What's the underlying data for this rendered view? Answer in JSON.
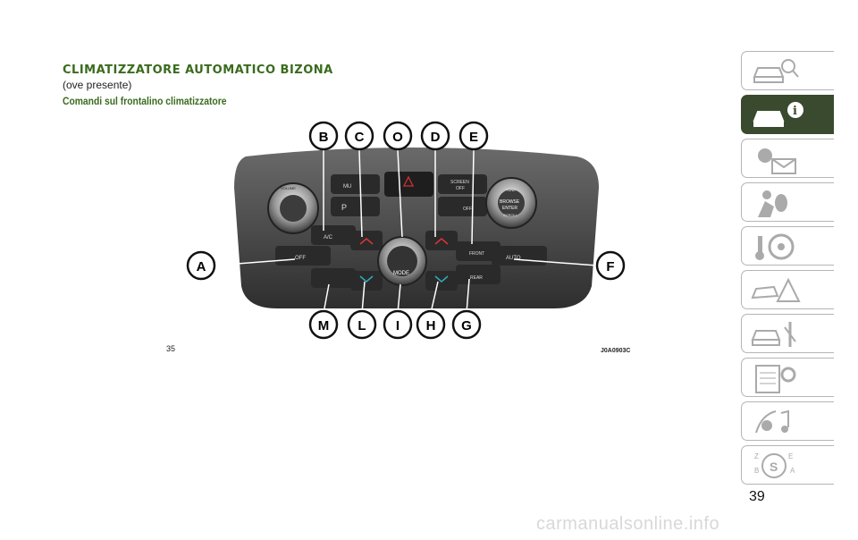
{
  "header": {
    "title": "CLIMATIZZATORE AUTOMATICO BIZONA",
    "subtitle": "(ove presente)",
    "caption": "Comandi sul frontalino climatizzatore"
  },
  "figure": {
    "number": "35",
    "code": "J0A0903C",
    "callouts_top": [
      "B",
      "C",
      "O",
      "D",
      "E"
    ],
    "callouts_bottom": [
      "M",
      "L",
      "I",
      "H",
      "G"
    ],
    "callout_left": "A",
    "callout_right": "F",
    "panel_labels": {
      "mute": "MU",
      "screen_off_1": "SCREEN",
      "screen_off_2": "OFF",
      "park": "P",
      "volume": "VOLUME",
      "tune": "TUNE",
      "browse": "BROWSE",
      "enter": "ENTER",
      "scroll": "SCROLL",
      "ac": "A/C",
      "off": "OFF",
      "mode": "MODE",
      "front": "FRONT",
      "rear": "REAR",
      "auto": "AUTO",
      "seat_off": "OFF"
    }
  },
  "side_tabs": [
    {
      "icon": "car-search-icon",
      "active": false
    },
    {
      "icon": "car-info-icon",
      "active": true
    },
    {
      "icon": "warning-light-message-icon",
      "active": false
    },
    {
      "icon": "airbag-person-icon",
      "active": false
    },
    {
      "icon": "key-steering-wheel-icon",
      "active": false
    },
    {
      "icon": "car-crash-warning-icon",
      "active": false
    },
    {
      "icon": "car-tools-icon",
      "active": false
    },
    {
      "icon": "specs-gear-icon",
      "active": false
    },
    {
      "icon": "multimedia-icon",
      "active": false
    },
    {
      "icon": "alphabetical-index-icon",
      "active": false
    }
  ],
  "page_number": "39",
  "watermark": "carmanualsonline.info",
  "colors": {
    "heading": "#3a6b1e",
    "active_tab": "#3a4a2e"
  }
}
